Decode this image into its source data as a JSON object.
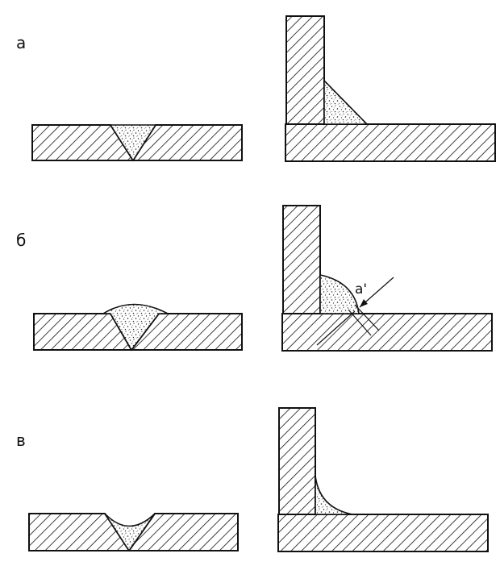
{
  "rows": [
    {
      "label": "а"
    },
    {
      "label": "б"
    },
    {
      "label": "в"
    }
  ],
  "callout": {
    "label": "а'"
  }
}
